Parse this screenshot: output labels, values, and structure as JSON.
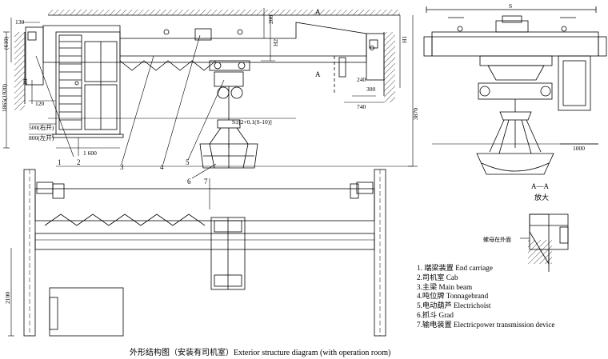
{
  "dims": {
    "d130": "130",
    "d610": "(610)",
    "d1865": "1865(1920)",
    "d20": "20",
    "d120": "120",
    "d500": "500(右开)",
    "d800": "800(左开)",
    "d1600": "1 600",
    "d200": "200",
    "dH2": "H2",
    "dH1": "H1",
    "d3870": "3870",
    "d240": "240",
    "d300": "300",
    "d740": "740",
    "slope": "S±[2+0.1(S-10)]",
    "d1000": "1000",
    "d2100": "2100",
    "dS": "S",
    "d1b": "1"
  },
  "markers": {
    "section_top": "A",
    "section_mid": "A",
    "detail_title": "A—A",
    "detail_sub": "放大",
    "nut_note": "螺母在外面"
  },
  "callouts": [
    "1",
    "2",
    "3",
    "4",
    "5",
    "6",
    "7"
  ],
  "legend": [
    "1. 端梁装置  End carriage",
    "2.司机室  Cab",
    "3.主梁  Main beam",
    "4.吨位牌  Tonnagebrand",
    "5.电动葫芦  Electrichoist",
    "6.抓斗  Grad",
    "7.输电装置  Electricpower transmission device"
  ],
  "caption": "外形结构图（安装有司机室）Exterior structure diagram (with operation room)"
}
